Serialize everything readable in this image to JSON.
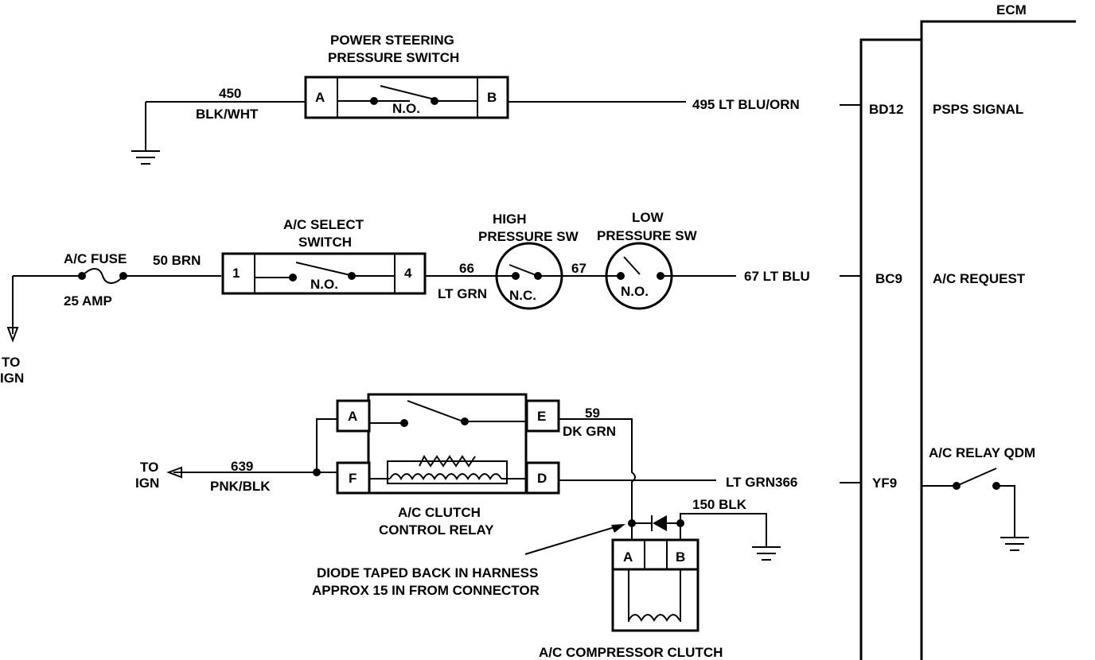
{
  "ecm": {
    "title": "ECM",
    "pins": [
      {
        "pin": "BD12",
        "signal": "PSPS SIGNAL"
      },
      {
        "pin": "BC9",
        "signal": "A/C REQUEST"
      },
      {
        "pin": "YF9",
        "signal": "A/C RELAY QDM"
      }
    ]
  },
  "power_steering": {
    "title_line1": "POWER STEERING",
    "title_line2": "PRESSURE SWITCH",
    "term_a": "A",
    "term_b": "B",
    "state": "N.O.",
    "ground_wire_number": "450",
    "ground_wire_color": "BLK/WHT",
    "signal_wire": "495 LT BLU/ORN"
  },
  "ac_request": {
    "fuse_label": "A/C FUSE",
    "fuse_rating": "25  AMP",
    "to_ign_line1": "TO",
    "to_ign_line2": "IGN",
    "wire_50": "50 BRN",
    "select_switch_line1": "A/C  SELECT",
    "select_switch_line2": "SWITCH",
    "select_term_1": "1",
    "select_term_4": "4",
    "select_state": "N.O.",
    "wire_66_number": "66",
    "wire_66_color": "LT GRN",
    "high_sw_line1": "HIGH",
    "high_sw_line2": "PRESSURE SW",
    "high_sw_state": "N.C.",
    "wire_67": "67",
    "low_sw_line1": "LOW",
    "low_sw_line2": "PRESSURE SW",
    "low_sw_state": "N.O.",
    "wire_67_lt_blu": "67 LT BLU"
  },
  "relay": {
    "title_line1": "A/C CLUTCH",
    "title_line2": "CONTROL RELAY",
    "term_a": "A",
    "term_e": "E",
    "term_f": "F",
    "term_d": "D",
    "wire_59_number": "59",
    "wire_59_color": "DK GRN",
    "wire_639_number": "639",
    "wire_639_color": "PNK/BLK",
    "to_ign_line1": "TO",
    "to_ign_line2": "IGN",
    "wire_366": "LT  GRN366"
  },
  "clutch": {
    "wire_150": "150 BLK",
    "term_a": "A",
    "term_b": "B",
    "diode_note_line1": "DIODE TAPED BACK IN HARNESS",
    "diode_note_line2": "APPROX 15 IN FROM CONNECTOR",
    "title": "A/C COMPRESSOR CLUTCH"
  }
}
